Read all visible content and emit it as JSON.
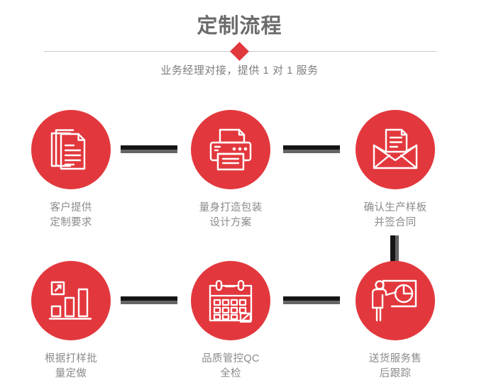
{
  "header": {
    "title": "定制流程",
    "subtitle": "业务经理对接，提供 1 对 1 服务",
    "divider_icon": "red-diamond",
    "title_color": "#6b6b6b",
    "accent_color": "#e0383d"
  },
  "theme": {
    "circle_color": "#e2383d",
    "label_color": "#8a8a8a",
    "connector_dark": "#151515",
    "connector_light": "#656565",
    "divider_line_color": "#c9c9c9",
    "background": "#ffffff"
  },
  "steps": [
    {
      "index": 1,
      "icon": "documents-icon",
      "label": "客户提供\n定制要求",
      "line1": "客户提供",
      "line2": "定制要求"
    },
    {
      "index": 2,
      "icon": "printer-icon",
      "label": "量身打造包装\n设计方案",
      "line1": "量身打造包装",
      "line2": "设计方案"
    },
    {
      "index": 3,
      "icon": "envelope-document-icon",
      "label": "确认生产样板\n并签合同",
      "line1": "确认生产样板",
      "line2": "并签合同"
    },
    {
      "index": 4,
      "icon": "bar-chart-growth-icon",
      "label": "根据打样批\n量定做",
      "line1": "根据打样批",
      "line2": "量定做"
    },
    {
      "index": 5,
      "icon": "calendar-check-icon",
      "label": "品质管控QC\n全检",
      "line1": "品质管控QC",
      "line2": "全检"
    },
    {
      "index": 6,
      "icon": "presenter-chart-icon",
      "label": "送货服务售\n后跟踪",
      "line1": "送货服务售",
      "line2": "后跟踪"
    }
  ],
  "connectors": [
    {
      "name": "connector-step1-step2",
      "orientation": "horizontal"
    },
    {
      "name": "connector-step2-step3",
      "orientation": "horizontal"
    },
    {
      "name": "connector-step3-step6",
      "orientation": "vertical"
    },
    {
      "name": "connector-step4-step5",
      "orientation": "horizontal"
    },
    {
      "name": "connector-step5-step6",
      "orientation": "horizontal"
    }
  ]
}
